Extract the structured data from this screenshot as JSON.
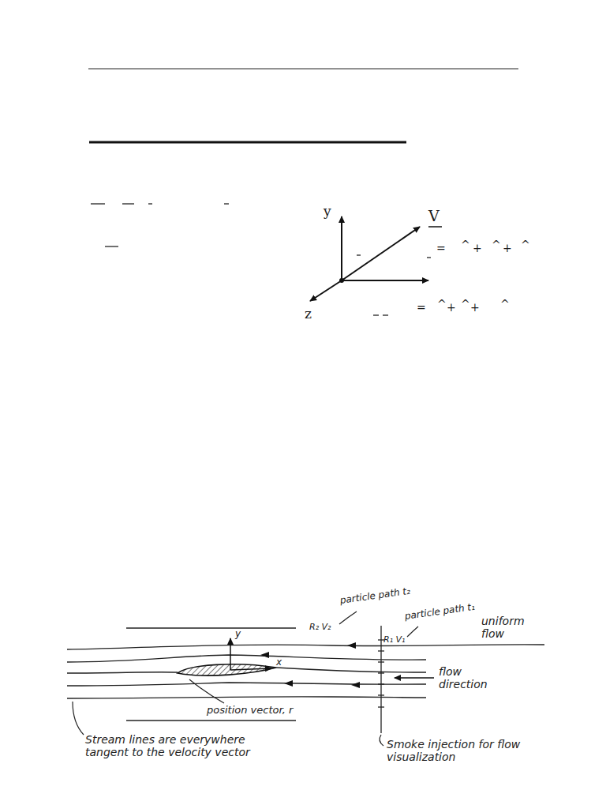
{
  "diagram": {
    "labels": [
      "y",
      "V",
      "z",
      "=",
      "^",
      "+",
      "^",
      "+",
      "^",
      "=",
      "^",
      "+",
      "^",
      "+",
      "^",
      "particle path t₂",
      "particle path t₁",
      "R₂ V₂",
      "R₁ V₁",
      "y",
      "x",
      "uniform flow",
      "flow direction",
      "position vector, r",
      "Stream lines are everywhere tangent to the velocity vector",
      "Smoke injection for flow visualization"
    ]
  }
}
